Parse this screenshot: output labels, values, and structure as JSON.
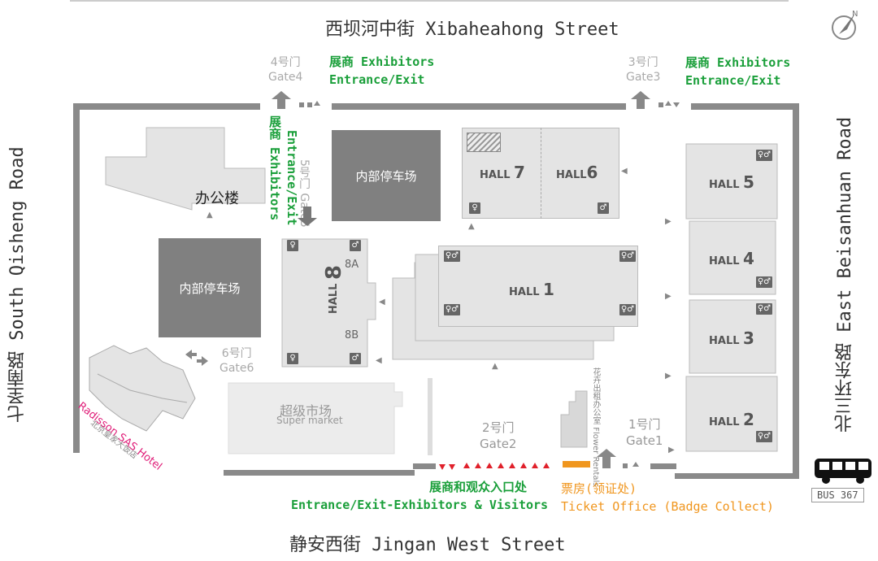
{
  "streets": {
    "north": "西坝河中街 Xibaheahong Street",
    "south": "静安西街 Jingan West Street",
    "west": "七圣南路 South Qisheng Road",
    "east": "北三环东路 East Beisanhuan Road"
  },
  "gates": {
    "gate1": {
      "cn": "1号门",
      "en": "Gate1"
    },
    "gate2": {
      "cn": "2号门",
      "en": "Gate2"
    },
    "gate3": {
      "cn": "3号门",
      "en": "Gate3"
    },
    "gate4": {
      "cn": "4号门",
      "en": "Gate4"
    },
    "gate5": {
      "cn": "5号门",
      "en": "Gate5"
    },
    "gate6": {
      "cn": "6号门",
      "en": "Gate6"
    }
  },
  "exhibitors": {
    "cn": "展商 Exhibitors",
    "en": "Entrance/Exit"
  },
  "main_entrance": {
    "cn": "展商和观众入口处",
    "en": "Entrance/Exit-Exhibitors & Visitors"
  },
  "ticket_office": {
    "cn": "票房(领证处)",
    "en": "Ticket Office (Badge Collect)"
  },
  "halls": {
    "h1": {
      "prefix": "HALL",
      "num": "1"
    },
    "h2": {
      "prefix": "HALL",
      "num": "2"
    },
    "h3": {
      "prefix": "HALL",
      "num": "3"
    },
    "h4": {
      "prefix": "HALL",
      "num": "4"
    },
    "h5": {
      "prefix": "HALL",
      "num": "5"
    },
    "h6": {
      "prefix": "HALL",
      "num": "6"
    },
    "h7": {
      "prefix": "HALL",
      "num": "7"
    },
    "h8": {
      "prefix": "HALL",
      "num": "8"
    },
    "h8a": "8A",
    "h8b": "8B"
  },
  "buildings": {
    "office": "办公楼",
    "parking": "内部停车场",
    "supermarket_cn": "超级市场",
    "supermarket_en": "Super market",
    "flower_cn": "花卉出租办公室",
    "flower_en": "Flower Rentals",
    "hotel_cn": "北京皇家大饭店",
    "hotel_en": "Radisson SAS Hotel"
  },
  "bus": "BUS 367",
  "colors": {
    "green": "#1a9f3a",
    "orange": "#f0961e",
    "red": "#e0202a",
    "wall": "#8a8a8a",
    "hotel": "#e0207a"
  }
}
